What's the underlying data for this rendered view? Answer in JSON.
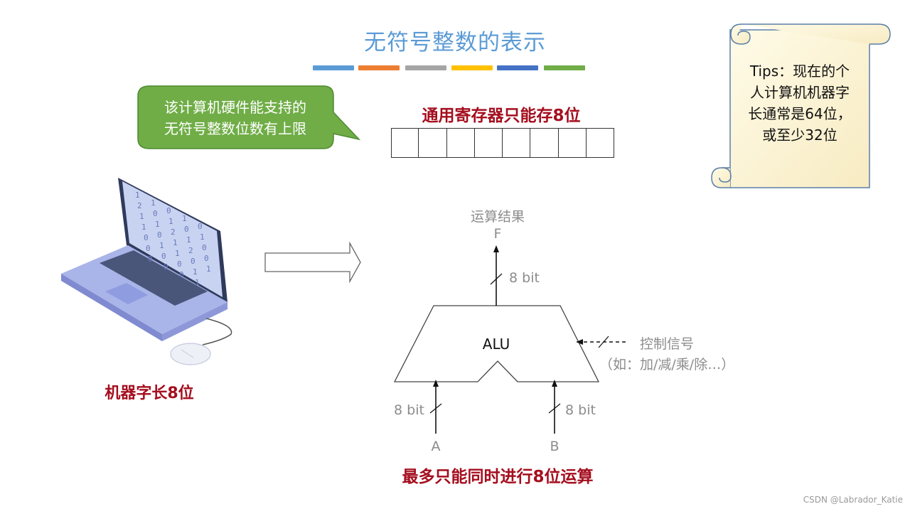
{
  "slide": {
    "title": "无符号整数的表示",
    "bar_colors": [
      "#5b9bd5",
      "#ed7d31",
      "#a5a5a5",
      "#ffc000",
      "#4472c4",
      "#70ad47"
    ]
  },
  "callout": {
    "line1": "该计算机硬件能支持的",
    "line2": "无符号整数位数有上限",
    "color": "#70ad47"
  },
  "register": {
    "label": "通用寄存器只能存8位",
    "cell_count": 8
  },
  "laptop": {
    "caption": "机器字长8位",
    "screen_digits": [
      "1",
      "2",
      "1",
      "1",
      "0",
      "0",
      "0",
      "1",
      "0",
      "1",
      "0",
      "1",
      "0",
      "0",
      "0",
      "1",
      "2",
      "1",
      "1",
      "0",
      "0",
      "1",
      "0",
      "1",
      "2",
      "0",
      "1",
      "1",
      "0",
      "1",
      "0",
      "0",
      "1"
    ]
  },
  "alu": {
    "label": "ALU",
    "output_title": "运算结果",
    "output_name": "F",
    "output_bits": "8 bit",
    "input_a_bits": "8 bit",
    "input_b_bits": "8 bit",
    "input_a": "A",
    "input_b": "B",
    "control_label": "控制信号",
    "control_examples": "（如：加/减/乘/除…）"
  },
  "bottom_caption": "最多只能同时进行8位运算",
  "tips": {
    "text_line1": "Tips：现在的个",
    "text_line2": "人计算机机器字",
    "text_line3": "长通常是64位，",
    "text_line4": "或至少32位",
    "scroll_color": "#fdf5d6"
  },
  "watermark": "CSDN @Labrador_Katie"
}
